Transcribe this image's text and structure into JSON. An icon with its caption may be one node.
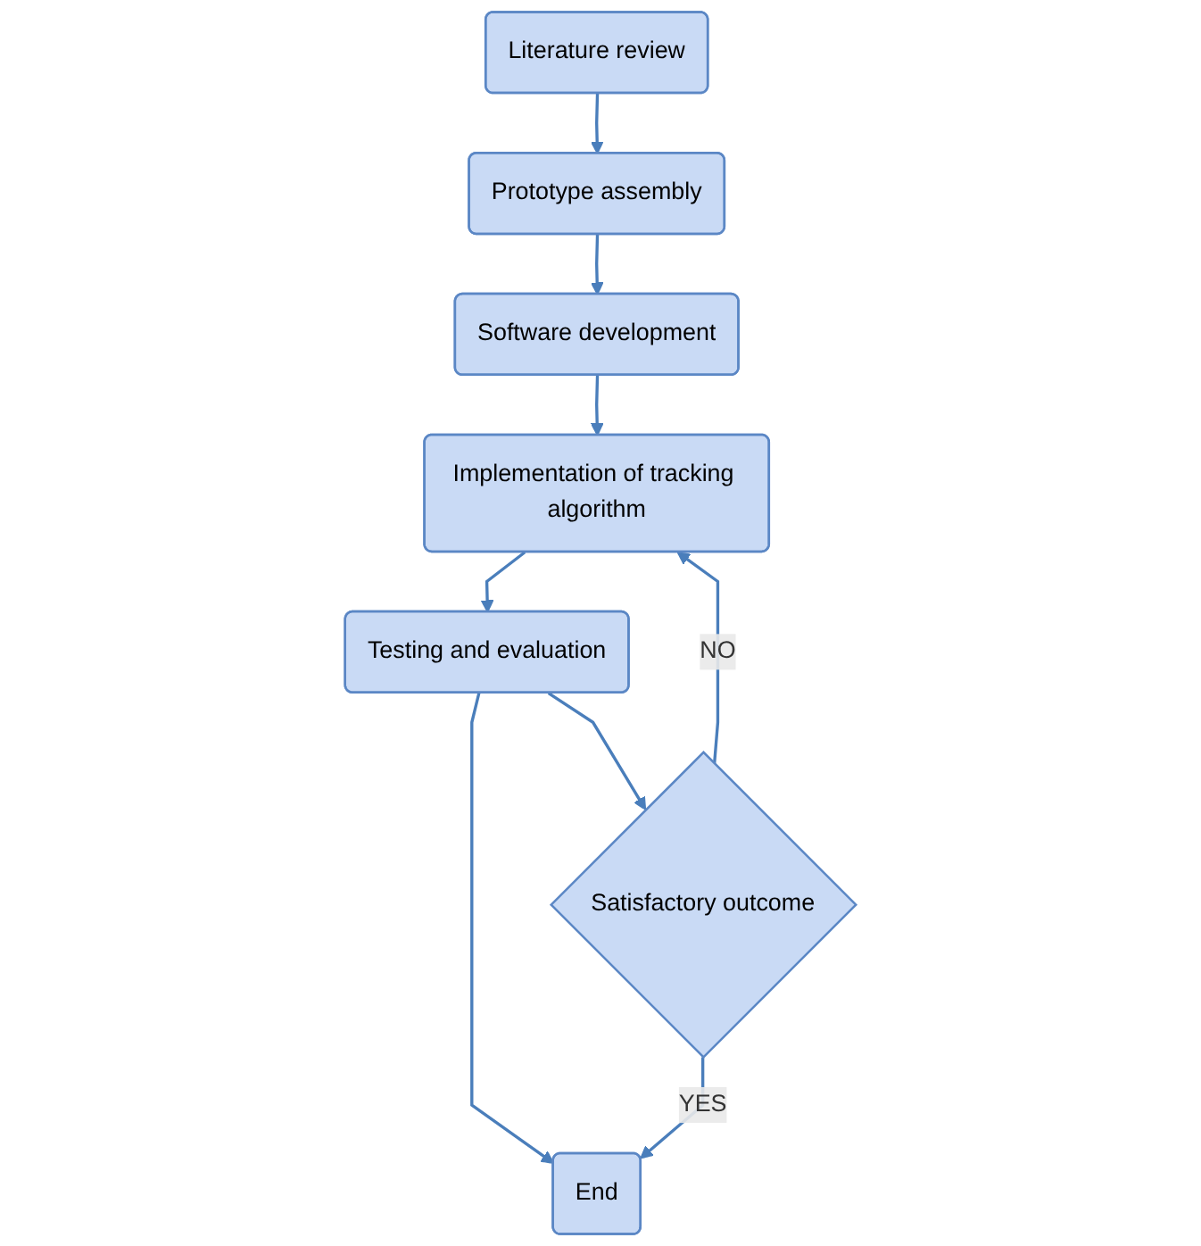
{
  "diagram": {
    "nodes": [
      {
        "text": [
          "Literature review"
        ]
      },
      {
        "text": [
          "Prototype assembly"
        ]
      },
      {
        "text": [
          "Software development"
        ]
      },
      {
        "text": [
          "Implementation of tracking algorithm"
        ]
      },
      {
        "text": [
          "Testing and evaluation"
        ]
      },
      {
        "text": [
          "Satisfactory outcome"
        ]
      },
      {
        "text": [
          "End"
        ]
      }
    ],
    "edges": [
      {
        "from": 0,
        "to": 1,
        "arrow": "to"
      },
      {
        "from": 1,
        "to": 2,
        "arrow": "to"
      },
      {
        "from": 2,
        "to": 3,
        "arrow": "to"
      },
      {
        "from": 3,
        "to": 4,
        "arrow": "to"
      },
      {
        "from": 4,
        "to": 5,
        "arrow": "to"
      },
      {
        "from": 5,
        "to": 3,
        "label": "NO",
        "arrow": "to"
      },
      {
        "from": 4,
        "to": 6,
        "arrow": "to"
      },
      {
        "from": 5,
        "to": 6,
        "label": "YES",
        "arrow": "to"
      }
    ]
  }
}
